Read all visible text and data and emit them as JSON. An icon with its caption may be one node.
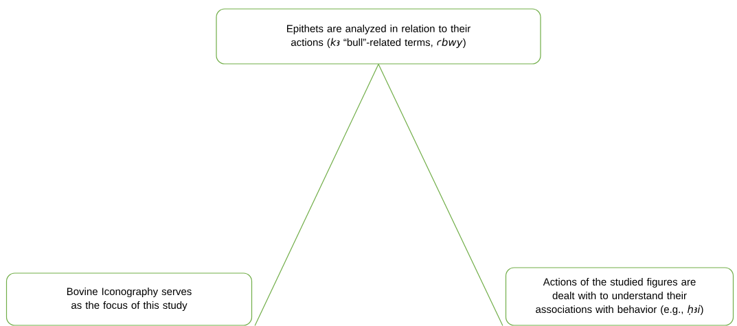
{
  "diagram": {
    "nodes": [
      {
        "text": [
          "Epithets are analyzed in relation to their actions (*kꜣ* “bull”-related terms, *ꜥbwy*)"
        ]
      },
      {
        "text": [
          "Bovine Iconography serves as the focus of this study"
        ]
      },
      {
        "text": [
          "Actions of the studied figures are dealt with to understand their associations with behavior (e.g., *ḥꜣi*)"
        ]
      }
    ],
    "edges": [
      {
        "from": 0,
        "to": 1,
        "arrow": "none"
      },
      {
        "from": 0,
        "to": 2,
        "arrow": "none"
      }
    ]
  }
}
